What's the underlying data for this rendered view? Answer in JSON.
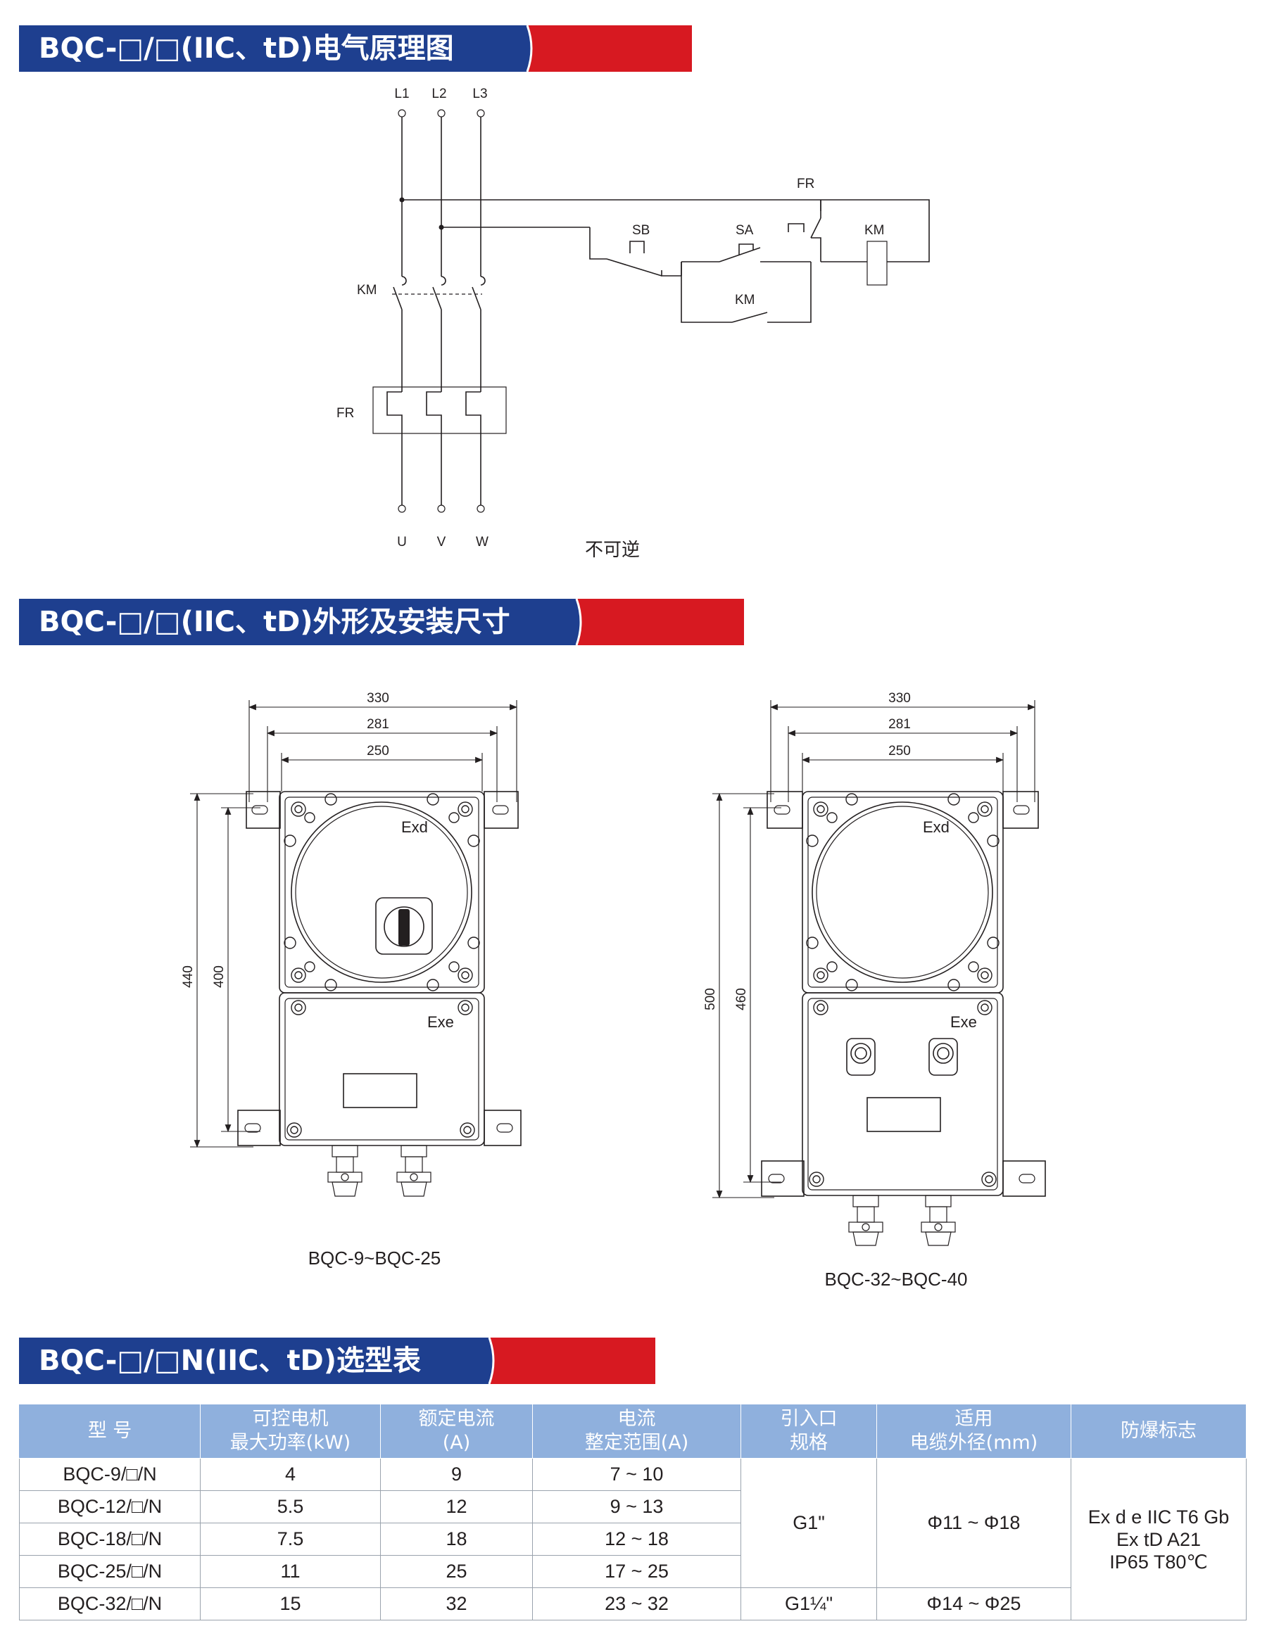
{
  "sections": {
    "schematic_title": "BQC-□/□(IIC、tD)电气原理图",
    "outline_title": "BQC-□/□(IIC、tD)外形及安装尺寸",
    "table_title": "BQC-□/□N(IIC、tD)选型表"
  },
  "schematic": {
    "phases": [
      "L1",
      "L2",
      "L3"
    ],
    "outputs": [
      "U",
      "V",
      "W"
    ],
    "labels": {
      "km_main": "KM",
      "fr_main": "FR",
      "fr_contact": "FR",
      "sb": "SB",
      "sa": "SA",
      "km_coil": "KM",
      "km_aux": "KM"
    },
    "caption": "不可逆"
  },
  "outline": {
    "left": {
      "dims": {
        "w_outer": "330",
        "w_mid": "281",
        "w_inner": "250",
        "h_outer": "440",
        "h_inner": "400"
      },
      "exd": "Exd",
      "exe": "Exe",
      "caption": "BQC-9~BQC-25"
    },
    "right": {
      "dims": {
        "w_outer": "330",
        "w_mid": "281",
        "w_inner": "250",
        "h_outer": "500",
        "h_inner": "460"
      },
      "exd": "Exd",
      "exe": "Exe",
      "caption": "BQC-32~BQC-40"
    }
  },
  "table": {
    "headers": {
      "model": "型 号",
      "power_1": "可控电机",
      "power_2": "最大功率(kW)",
      "current_1": "额定电流",
      "current_2": "(A)",
      "range_1": "电流",
      "range_2": "整定范围(A)",
      "entry_1": "引入口",
      "entry_2": "规格",
      "cable_1": "适用",
      "cable_2": "电缆外径(mm)",
      "exmark": "防爆标志"
    },
    "rows": [
      {
        "model": "BQC-9/□/N",
        "power": "4",
        "current": "9",
        "range": "7 ~ 10"
      },
      {
        "model": "BQC-12/□/N",
        "power": "5.5",
        "current": "12",
        "range": "9 ~ 13"
      },
      {
        "model": "BQC-18/□/N",
        "power": "7.5",
        "current": "18",
        "range": "12 ~ 18"
      },
      {
        "model": "BQC-25/□/N",
        "power": "11",
        "current": "25",
        "range": "17 ~ 25"
      },
      {
        "model": "BQC-32/□/N",
        "power": "15",
        "current": "32",
        "range": "23 ~ 32"
      }
    ],
    "entry_small": "G1\"",
    "entry_large": "G1¼\"",
    "cable_small": "Φ11 ~ Φ18",
    "cable_large": "Φ14 ~ Φ25",
    "exmark_lines": [
      "Ex d e IIC T6 Gb",
      "Ex tD A21",
      "IP65 T80℃"
    ]
  },
  "colors": {
    "banner_blue": "#1e3f8f",
    "banner_red": "#d71921",
    "table_header": "#8fb0dd"
  }
}
